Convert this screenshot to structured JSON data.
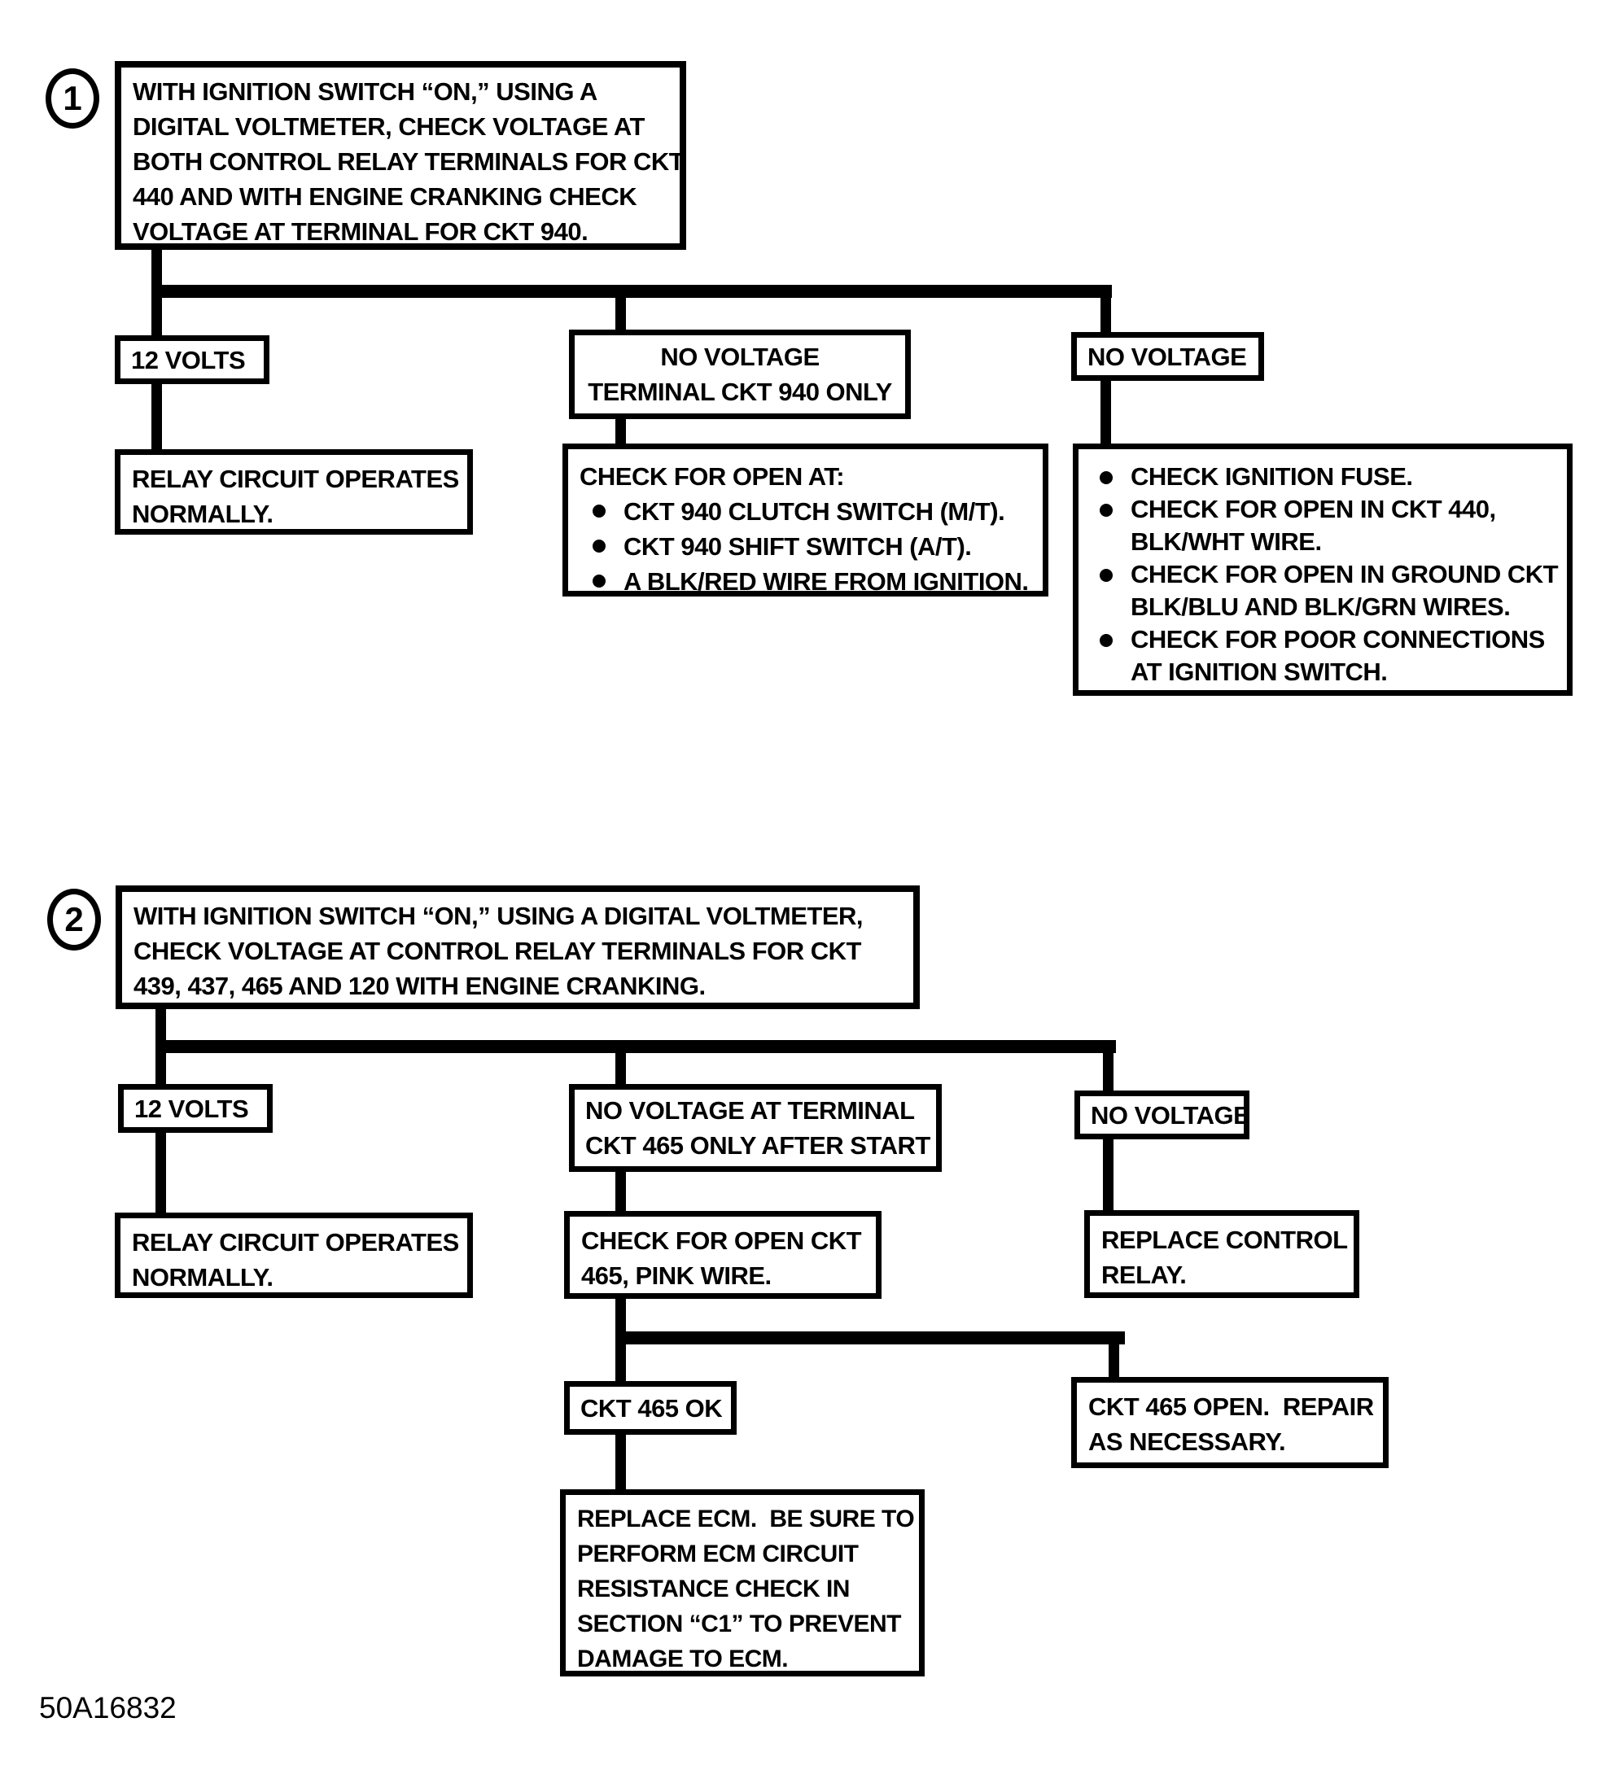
{
  "page": {
    "background_color": "#ffffff",
    "ink_color": "#000000",
    "footer_code": "50A16832"
  },
  "chart1": {
    "step_number": "1",
    "step_text": "WITH IGNITION SWITCH “ON,” USING A\nDIGITAL VOLTMETER, CHECK VOLTAGE AT\nBOTH CONTROL RELAY TERMINALS FOR CKT\n440 AND WITH ENGINE CRANKING CHECK\nVOLTAGE AT TERMINAL FOR CKT 940.",
    "branch_12v": {
      "label": "12 VOLTS",
      "result": "RELAY CIRCUIT OPERATES\nNORMALLY."
    },
    "branch_ckt940": {
      "label": "NO VOLTAGE\nTERMINAL CKT 940 ONLY",
      "result_header": "CHECK FOR OPEN AT:",
      "result_bullets": [
        "CKT 940 CLUTCH SWITCH (M/T).",
        "CKT 940 SHIFT SWITCH (A/T).",
        "A BLK/RED WIRE FROM IGNITION."
      ]
    },
    "branch_novolt": {
      "label": "NO VOLTAGE",
      "result_bullets": [
        "CHECK IGNITION FUSE.",
        "CHECK FOR OPEN IN CKT 440,\nBLK/WHT WIRE.",
        "CHECK FOR OPEN IN GROUND CKT\nBLK/BLU AND BLK/GRN WIRES.",
        "CHECK FOR POOR CONNECTIONS\nAT IGNITION SWITCH."
      ]
    }
  },
  "chart2": {
    "step_number": "2",
    "step_text": "WITH IGNITION SWITCH “ON,” USING A DIGITAL VOLTMETER,\nCHECK VOLTAGE AT CONTROL RELAY TERMINALS FOR CKT\n439, 437, 465 AND 120 WITH ENGINE CRANKING.",
    "branch_12v": {
      "label": "12 VOLTS",
      "result": "RELAY CIRCUIT OPERATES\nNORMALLY."
    },
    "branch_ckt465": {
      "label": "NO VOLTAGE AT TERMINAL\nCKT 465 ONLY AFTER START",
      "result": "CHECK FOR OPEN CKT\n465, PINK WIRE.",
      "sub_ok": {
        "label": "CKT 465 OK",
        "result": "REPLACE ECM.  BE SURE TO\nPERFORM ECM CIRCUIT\nRESISTANCE CHECK IN\nSECTION “C1” TO PREVENT\nDAMAGE TO ECM."
      },
      "sub_open": {
        "label": "CKT 465 OPEN.  REPAIR\nAS NECESSARY."
      }
    },
    "branch_novolt": {
      "label": "NO VOLTAGE",
      "result": "REPLACE CONTROL\nRELAY."
    }
  }
}
